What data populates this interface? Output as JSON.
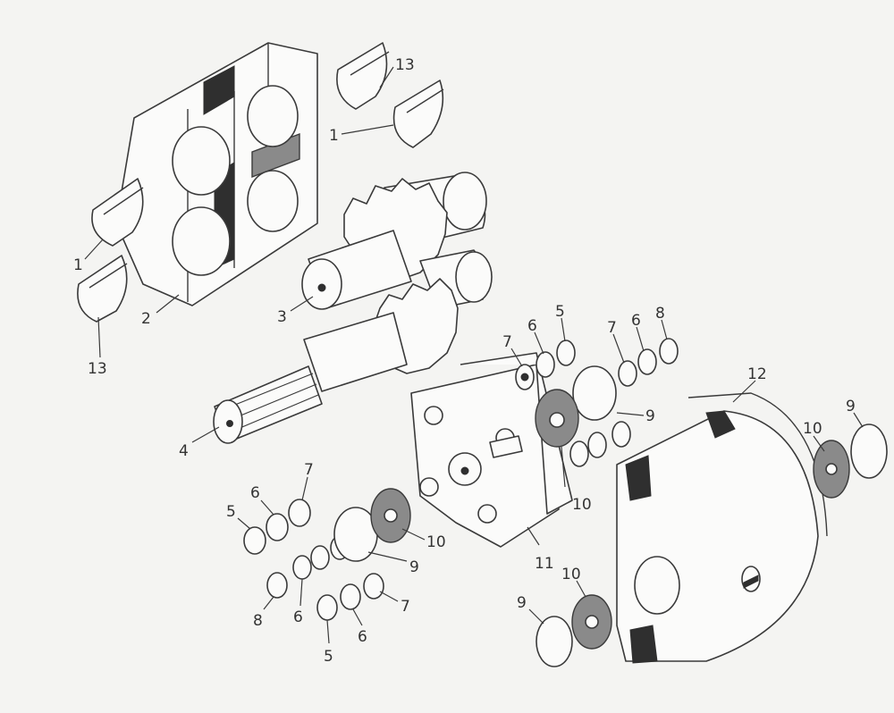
{
  "diagram": {
    "parts": [
      {
        "id": "label-13a",
        "text": "13"
      },
      {
        "id": "label-1a",
        "text": "1"
      },
      {
        "id": "label-1b",
        "text": "1"
      },
      {
        "id": "label-2",
        "text": "2"
      },
      {
        "id": "label-13b",
        "text": "13"
      },
      {
        "id": "label-3",
        "text": "3"
      },
      {
        "id": "label-4",
        "text": "4"
      },
      {
        "id": "label-7a",
        "text": "7"
      },
      {
        "id": "label-6a",
        "text": "6"
      },
      {
        "id": "label-5a",
        "text": "5"
      },
      {
        "id": "label-7b",
        "text": "7"
      },
      {
        "id": "label-6b",
        "text": "6"
      },
      {
        "id": "label-8a",
        "text": "8"
      },
      {
        "id": "label-9a",
        "text": "9"
      },
      {
        "id": "label-12",
        "text": "12"
      },
      {
        "id": "label-10a",
        "text": "10"
      },
      {
        "id": "label-9b",
        "text": "9"
      },
      {
        "id": "label-10b",
        "text": "10"
      },
      {
        "id": "label-11",
        "text": "11"
      },
      {
        "id": "label-5b",
        "text": "5"
      },
      {
        "id": "label-6c",
        "text": "6"
      },
      {
        "id": "label-7c",
        "text": "7"
      },
      {
        "id": "label-10c",
        "text": "10"
      },
      {
        "id": "label-9c",
        "text": "9"
      },
      {
        "id": "label-8b",
        "text": "8"
      },
      {
        "id": "label-6d",
        "text": "6"
      },
      {
        "id": "label-7d",
        "text": "7"
      },
      {
        "id": "label-6e",
        "text": "6"
      },
      {
        "id": "label-5c",
        "text": "5"
      },
      {
        "id": "label-9d",
        "text": "9"
      },
      {
        "id": "label-10d",
        "text": "10"
      }
    ]
  }
}
